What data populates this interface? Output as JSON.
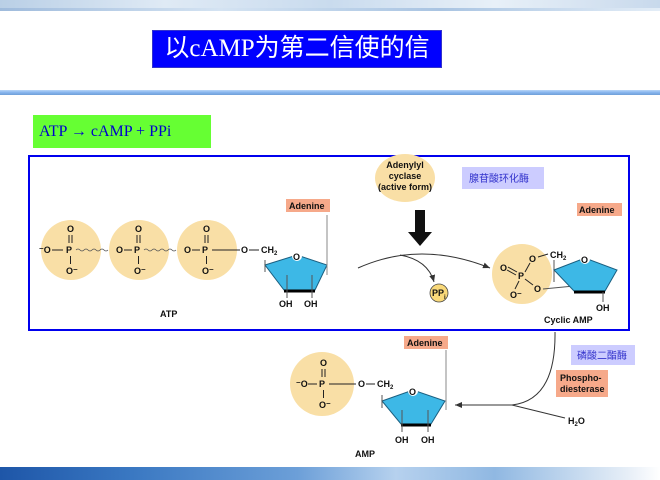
{
  "slide": {
    "title": "以cAMP为第二信使的信号通路",
    "equation": "ATP → cAMP + PPi"
  },
  "diagram": {
    "atp": {
      "name": "ATP",
      "adenine_label": "Adenine",
      "phosphate_groups": [
        {
          "left": "⁻O",
          "top": "O",
          "bottom": "O⁻",
          "p": "P"
        },
        {
          "left": "O",
          "top": "O",
          "bottom": "O⁻",
          "p": "P"
        },
        {
          "left": "O",
          "top": "O",
          "bottom": "O⁻",
          "p": "P"
        }
      ],
      "linker_o": "O",
      "ch2": "CH",
      "ch2_sub": "2",
      "ring_o": "O",
      "oh_left": "OH",
      "oh_right": "OH"
    },
    "enzyme_cyclase": {
      "line1": "Adenylyl",
      "line2": "cyclase",
      "line3": "(active form)",
      "cn_label": "腺苷酸环化酶"
    },
    "ppi": {
      "main": "PP",
      "sub": "i"
    },
    "cyclic_amp": {
      "name": "Cyclic AMP",
      "adenine_label": "Adenine",
      "o_double": "O",
      "p": "P",
      "o_minus": "O⁻",
      "o_top": "O",
      "o_bottom": "O",
      "ch2": "CH",
      "ch2_sub": "2",
      "ring_o": "O",
      "oh": "OH"
    },
    "enzyme_pde": {
      "line1": "Phospho-",
      "line2": "diesterase",
      "cn_label": "磷酸二酯酶"
    },
    "water": {
      "main": "H",
      "sub": "2",
      "tail": "O"
    },
    "amp": {
      "name": "AMP",
      "adenine_label": "Adenine",
      "left": "⁻O",
      "top": "O",
      "bottom": "O⁻",
      "p": "P",
      "linker_o": "O",
      "ch2": "CH",
      "ch2_sub": "2",
      "ring_o": "O",
      "oh_left": "OH",
      "oh_right": "OH"
    }
  },
  "colors": {
    "title_bg": "#0000ff",
    "equation_bg": "#66ff33",
    "phosphate_fill": "#f9dfa6",
    "ribose_fill": "#3db8e6",
    "adenine_bg": "#f6a98a",
    "cn_label_bg": "#ccccff",
    "frame_border": "#0000ee"
  }
}
